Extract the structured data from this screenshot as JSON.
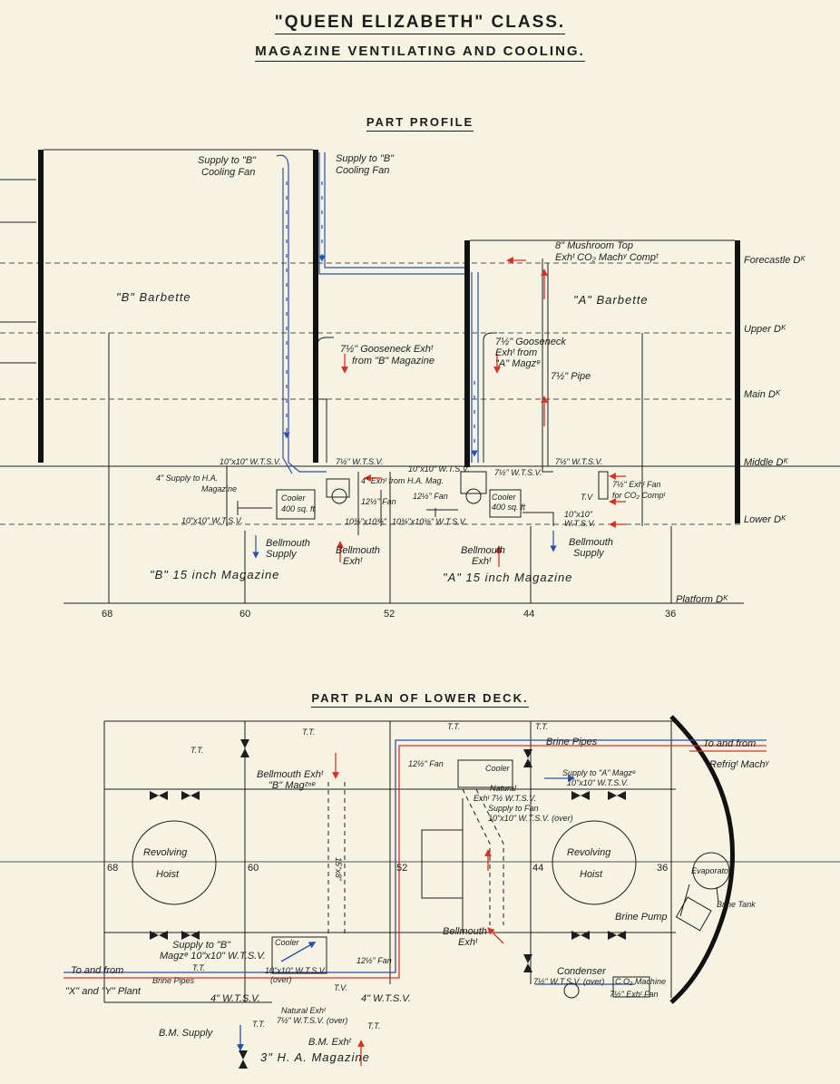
{
  "title": "\"QUEEN ELIZABETH\" CLASS.",
  "subtitle": "MAGAZINE VENTILATING AND COOLING.",
  "colors": {
    "supply": "#2a4fa8",
    "exhaust": "#d93025",
    "ink": "#1d1d1d",
    "paper": "#f6f3e2"
  },
  "profile": {
    "heading": "PART PROFILE",
    "decks": {
      "forecastle": "Forecastle Dᴷ",
      "upper": "Upper Dᴷ",
      "main": "Main Dᴷ",
      "middle": "Middle Dᴷ",
      "lower": "Lower Dᴷ",
      "platform": "Platform Dᴷ"
    },
    "labels": {
      "supply_b_fan_1": "Supply to \"B\"",
      "supply_b_fan_1b": "Cooling Fan",
      "supply_b_fan_2": "Supply to \"B\"",
      "supply_b_fan_2b": "Cooling Fan",
      "b_barbette": "\"B\" Barbette",
      "a_barbette": "\"A\" Barbette",
      "mushroom_1": "8\" Mushroom Top",
      "mushroom_2": "Exhᵗ CO₂ Machʸ Compᵗ",
      "gooseneck_b_1": "7½\" Gooseneck Exhᵗ",
      "gooseneck_b_2": "from \"B\" Magazine",
      "gooseneck_a_1": "7½\" Gooseneck",
      "gooseneck_a_2": "Exhᵗ from",
      "gooseneck_a_3": "\"A\" Magzᵉ",
      "pipe_7half": "7½\" Pipe",
      "wtsv_10_top_b": "10\"x10\" W.T.S.V.",
      "wtsv_7half_b": "7½\" W.T.S.V.",
      "supply_ha_1": "4\" Supply to H.A.",
      "supply_ha_2": "Magazine",
      "exh_ha": "4\" Exhᵗ from H.A. Mag.",
      "fan_12half_b": "12½\" Fan",
      "cooler_b_1": "Cooler",
      "cooler_b_2": "400 sq. ft",
      "wtsv_10_low_b": "10\"x10\" W.T.S.V.",
      "wtsv_mid_1": "10⅜\"x10⅜\"",
      "wtsv_mid_2": "10⅜\"x10⅜\" W.T.S.V.",
      "wtsv_10_top_a": "10\"x10\" W.T.S.V.",
      "fan_12half_a": "12½\" Fan",
      "cooler_a_1": "Cooler",
      "cooler_a_2": "400 sq. ft",
      "wtsv_7half_a": "7½\" W.T.S.V.",
      "wtsv_7half_a2": "7½\" W.T.S.V.",
      "tv_a": "T.V",
      "exh_fan_co2_1": "7½\" Exhᵗ Fan",
      "exh_fan_co2_2": "for CO₂ Compᵗ",
      "wtsv_10_a2_1": "10\"x10\"",
      "wtsv_10_a2_2": "W.T.S.V.",
      "bell_supply_b_1": "Bellmouth",
      "bell_supply_b_2": "Supply",
      "bell_exh_b_1": "Bellmouth",
      "bell_exh_b_2": "Exhᵗ",
      "bell_exh_a_1": "Bellmouth",
      "bell_exh_a_2": "Exhᵗ",
      "bell_supply_a_1": "Bellmouth",
      "bell_supply_a_2": "Supply",
      "b_magazine": "\"B\"  15  inch   Magazine",
      "a_magazine": "\"A\"  15  inch    Magazine"
    },
    "frames": [
      "68",
      "60",
      "52",
      "44",
      "36"
    ]
  },
  "plan": {
    "heading": "PART PLAN OF LOWER DECK.",
    "frames": [
      "68",
      "60",
      "52",
      "44",
      "36"
    ],
    "labels": {
      "tt": "T.T.",
      "bell_exh_b_1": "Bellmouth Exhᵗ",
      "bell_exh_b_2": "\"B\" Magᶻⁿᵉ",
      "trunk_size": "15\"x8\"",
      "revolving_1": "Revolving",
      "hoist_1": "Hoist",
      "revolving_2": "Revolving",
      "hoist_2": "Hoist",
      "fan_12half_top": "12½\" Fan",
      "cooler_top": "Cooler",
      "natural": "Natural",
      "exh_wtsv": "Exhᵗ 7½ W.T.S.V.",
      "supply_fan_1": "Supply to Fan",
      "supply_fan_2": "10\"x10\" W.T.S.V. (over)",
      "supply_a_mag_1": "Supply to \"A\" Magzᵉ",
      "supply_a_mag_2": "10\"x10\" W.T.S.V.",
      "brine_pipes_top": "Brine Pipes",
      "to_from_refrig_1": "To and from",
      "to_from_refrig_2": "Refrigᵗ Machʸ",
      "evaporator": "Evaporator",
      "brine_tank": "Brine Tank",
      "brine_pump": "Brine Pump",
      "bell_exh_a_1": "Bellmouth",
      "bell_exh_a_2": "Exhᵗ",
      "supply_b_1": "Supply to \"B\"",
      "supply_b_2": "Magzᵉ 10\"x10\" W.T.S.V.",
      "cooler_low": "Cooler",
      "fan_12half_low": "12½\" Fan",
      "wtsv_over_1": "10\"x10\" W.T.S.V.",
      "wtsv_over_2": "(over)",
      "to_from_xy_1": "To and from",
      "to_from_xy_2": "\"X\" and \"Y\" Plant",
      "brine_pipes_low": "Brine Pipes",
      "tv": "T.V.",
      "tt_small": "T.T.",
      "wtsv_4_left": "4\" W.T.S.V.",
      "wtsv_4_right": "4\" W.T.S.V.",
      "natural_exh_1": "Natural Exhᵗ",
      "natural_exh_2": "7½\" W.T.S.V. (over)",
      "bm_supply": "B.M. Supply",
      "bm_exh": "B.M. Exhᵗ",
      "ha_magazine": "3\" H. A. Magazine",
      "condenser": "Condenser",
      "wtsv_over_c": "7½\" W.T.S.V. (over)",
      "co2_machine": "C.O₂ Machine",
      "exh_fan_c": "7½\" Exhᵗ Fan"
    }
  }
}
